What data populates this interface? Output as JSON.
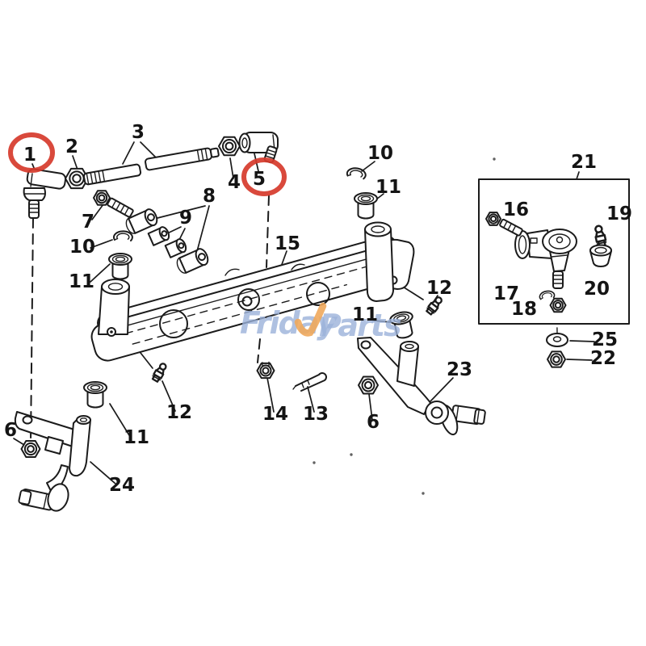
{
  "diagram": {
    "kind": "exploded-parts-diagram",
    "subject": "front axle, tie rod and spindle assembly",
    "background_color": "#ffffff",
    "line_color": "#1b1b1b",
    "highlight_color": "#d63a2b",
    "highlighted_parts": [
      "1",
      "5"
    ],
    "visible_part_numbers": [
      "1",
      "2",
      "3",
      "4",
      "5",
      "6",
      "7",
      "8",
      "9",
      "10",
      "11",
      "12",
      "13",
      "14",
      "15",
      "16",
      "17",
      "18",
      "19",
      "20",
      "21",
      "22",
      "23",
      "24",
      "25"
    ]
  },
  "watermark": {
    "word1": "Friday",
    "word2": "Parts",
    "text_color": "#9bb2d9",
    "check_color": "#f0a95c"
  },
  "labels": [
    {
      "n": "1",
      "highlighted": true
    },
    {
      "n": "2"
    },
    {
      "n": "3"
    },
    {
      "n": "4"
    },
    {
      "n": "5",
      "highlighted": true
    },
    {
      "n": "7"
    },
    {
      "n": "8"
    },
    {
      "n": "9"
    },
    {
      "n": "10"
    },
    {
      "n": "11"
    },
    {
      "n": "10"
    },
    {
      "n": "11"
    },
    {
      "n": "15"
    },
    {
      "n": "12"
    },
    {
      "n": "11"
    },
    {
      "n": "23"
    },
    {
      "n": "12"
    },
    {
      "n": "14"
    },
    {
      "n": "13"
    },
    {
      "n": "6"
    },
    {
      "n": "6"
    },
    {
      "n": "11"
    },
    {
      "n": "24"
    },
    {
      "n": "21"
    },
    {
      "n": "16"
    },
    {
      "n": "19"
    },
    {
      "n": "17"
    },
    {
      "n": "18"
    },
    {
      "n": "20"
    },
    {
      "n": "25"
    },
    {
      "n": "22"
    }
  ]
}
